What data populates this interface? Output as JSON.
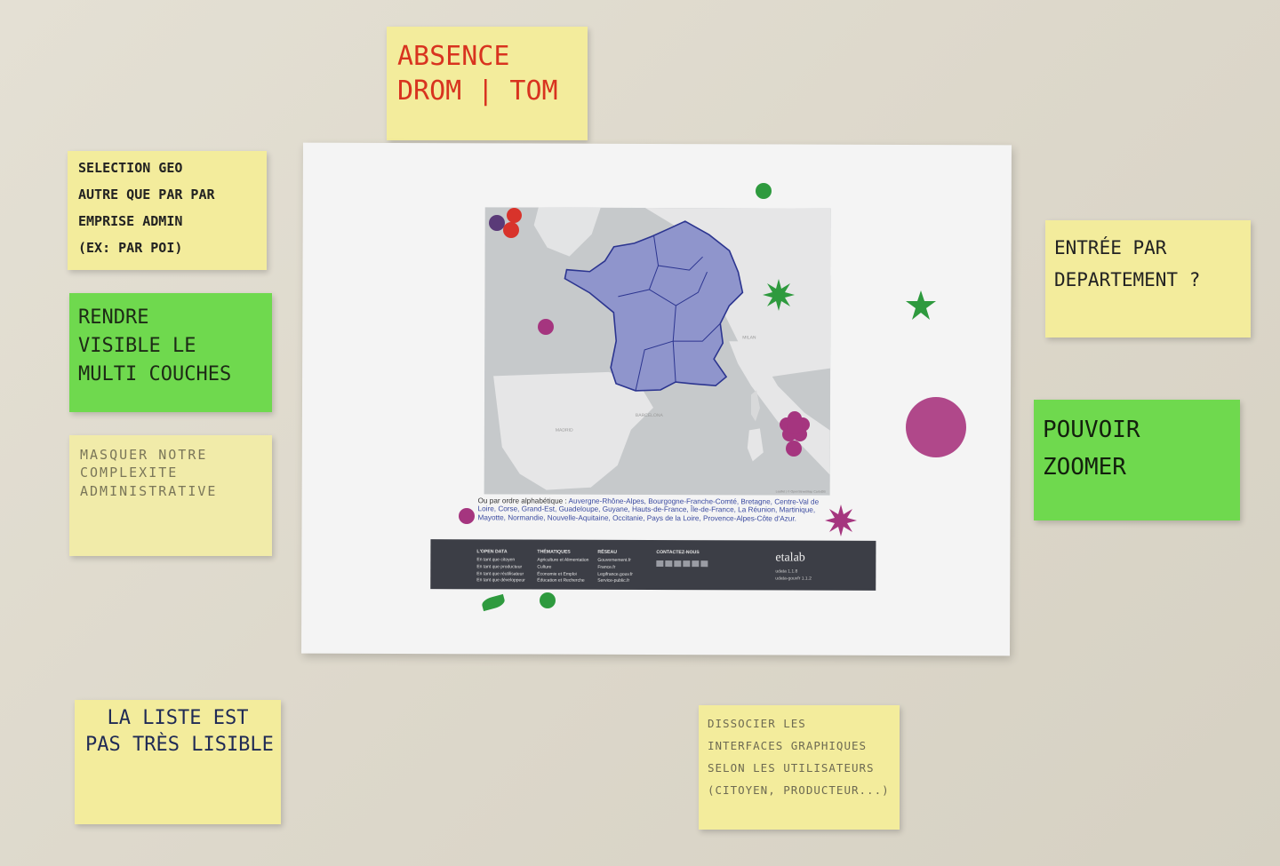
{
  "notes": {
    "absence": [
      "ABSENCE",
      "DROM | TOM"
    ],
    "selection": [
      "SELECTION GEO",
      "AUTRE QUE par PAR",
      "EMPRISE ADMIN",
      "(EX: PAR POI)"
    ],
    "multi": [
      "Rendre",
      "visible le",
      "multi couches"
    ],
    "masquer": [
      "MASQUER NOTRE",
      "COMPLEXITE",
      "ADMINISTRATIVE"
    ],
    "liste": [
      "LA LISTE EST",
      "PAS TRÈS LISIBLE"
    ],
    "entree": [
      "ENTRÉE PAR",
      "DEPARTEMENT ?"
    ],
    "zoom": [
      "POUVOIR",
      "ZOOMER"
    ],
    "dissocier": [
      "DISSOCIER LES",
      "INTERFACES GRAPHIQUES",
      "SELON LES UTILISATEURS",
      "(CITOYEN, PRODUCTEUR...)"
    ]
  },
  "map": {
    "labels": [
      "BARCELONA",
      "MADRID",
      "MILAN"
    ],
    "attribution": "Leaflet | © OpenStreetMap CartoDB",
    "caption_label": "Ou par ordre alphabétique :",
    "caption_regions": "Auvergne-Rhône-Alpes, Bourgogne-Franche-Comté, Bretagne, Centre-Val de Loire, Corse, Grand-Est, Guadeloupe, Guyane, Hauts-de-France, Île-de-France, La Réunion, Martinique, Mayotte, Normandie, Nouvelle-Aquitaine, Occitanie, Pays de la Loire, Provence-Alpes-Côte d'Azur."
  },
  "footer": {
    "open_data": {
      "heading": "L'OPEN DATA",
      "items": [
        "En tant que citoyen",
        "En tant que producteur",
        "En tant que réutilisateur",
        "En tant que développeur"
      ]
    },
    "thematiques": {
      "heading": "THÉMATIQUES",
      "items": [
        "Agriculture et Alimentation",
        "Culture",
        "Économie et Emploi",
        "Éducation et Recherche"
      ]
    },
    "reseau": {
      "heading": "RÉSEAU",
      "items": [
        "Gouvernement.fr",
        "France.fr",
        "Legifrance.gouv.fr",
        "Service-public.fr"
      ]
    },
    "contact": {
      "heading": "CONTACTEZ-NOUS"
    },
    "brand": "etalab",
    "versions": [
      "udata 1.1.8",
      "udata-gouvfr 1.1.2"
    ]
  },
  "colors": {
    "sticker_purple": "#a5357f",
    "sticker_green": "#2e9a3e",
    "sticker_red": "#d8332b",
    "sticker_dark_purple": "#5a3a78",
    "france_fill": "#8f95cc",
    "france_border": "#2c3590"
  }
}
